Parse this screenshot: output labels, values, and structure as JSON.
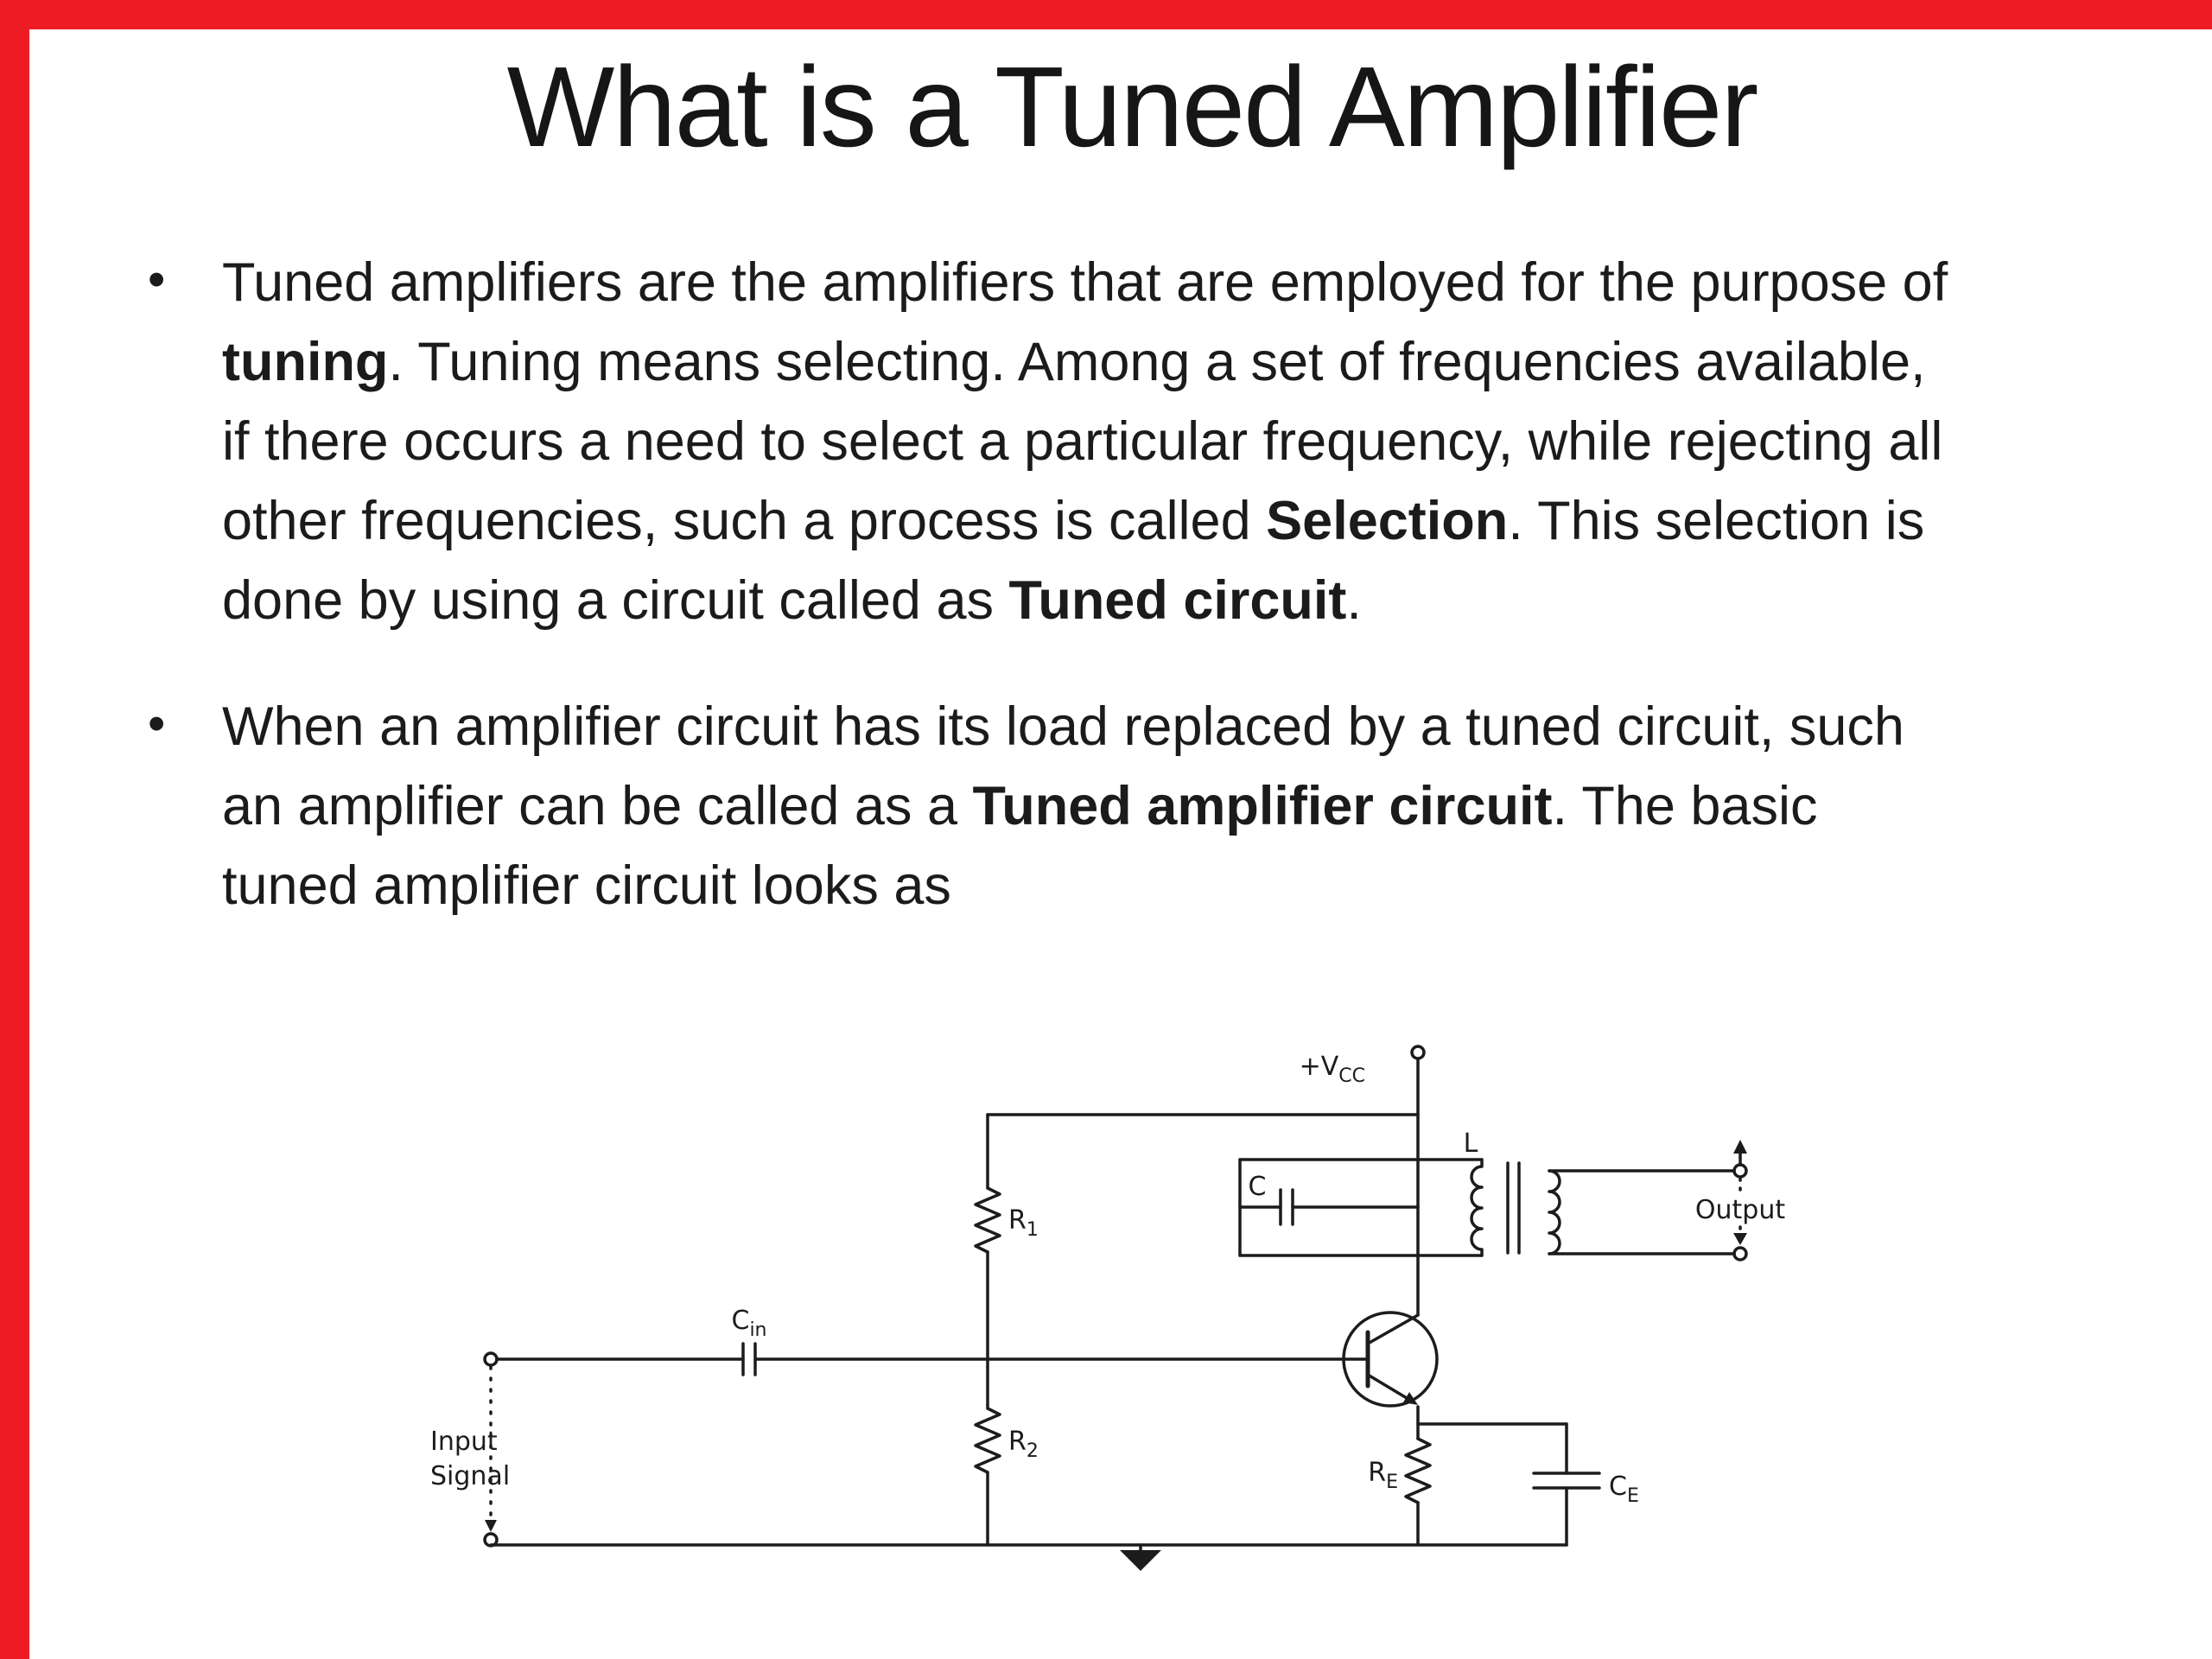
{
  "theme": {
    "accent_red": "#ed1c24"
  },
  "slide": {
    "title": "What is a Tuned Amplifier",
    "bullets": [
      {
        "segments": [
          {
            "text": "Tuned amplifiers are the amplifiers that are employed for the purpose of ",
            "bold": false
          },
          {
            "text": "tuning",
            "bold": true
          },
          {
            "text": ". Tuning means selecting. Among a set of frequencies available, if there occurs a need to select a particular frequency, while rejecting all other frequencies, such a process is called ",
            "bold": false
          },
          {
            "text": "Selection",
            "bold": true
          },
          {
            "text": ". This selection is done by using a circuit called as ",
            "bold": false
          },
          {
            "text": "Tuned circuit",
            "bold": true
          },
          {
            "text": ".",
            "bold": false
          }
        ]
      },
      {
        "segments": [
          {
            "text": "When an amplifier circuit has its load replaced by a tuned circuit, such an amplifier can be called as a ",
            "bold": false
          },
          {
            "text": "Tuned amplifier circuit",
            "bold": true
          },
          {
            "text": ". The basic tuned amplifier circuit looks as",
            "bold": false
          }
        ]
      }
    ]
  },
  "circuit": {
    "labels": {
      "vcc": {
        "base": "+V",
        "sub": "CC"
      },
      "c_tank": "C",
      "l": "L",
      "output": "Output",
      "r1": {
        "base": "R",
        "sub": "1"
      },
      "cin": {
        "base": "C",
        "sub": "in"
      },
      "r2": {
        "base": "R",
        "sub": "2"
      },
      "input_line1": "Input",
      "input_line2": "Signal",
      "re": {
        "base": "R",
        "sub": "E"
      },
      "ce": {
        "base": "C",
        "sub": "E"
      }
    }
  }
}
